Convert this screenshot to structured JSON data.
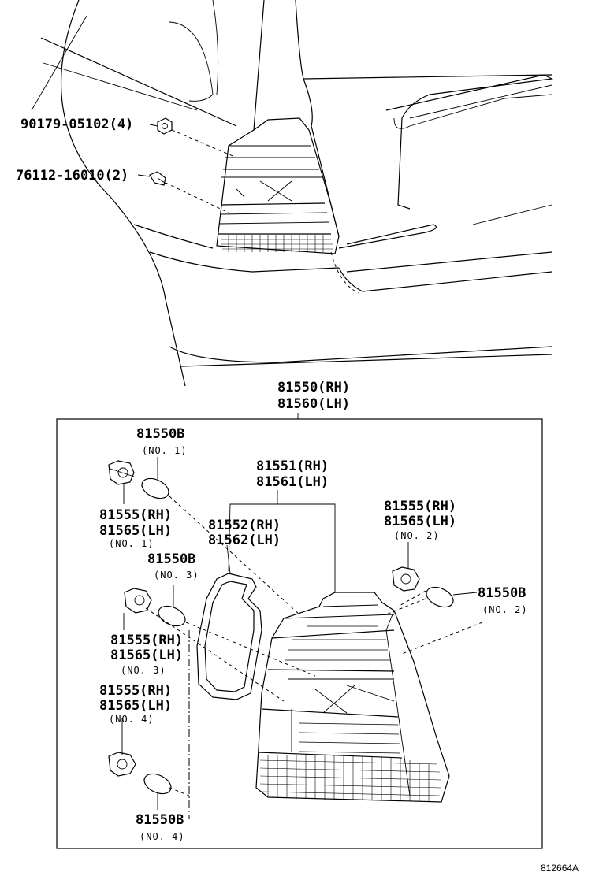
{
  "diagram_code": "812664A",
  "top_labels": {
    "nut": "90179-05102(4)",
    "screw": "76112-16010(2)",
    "assembly_rh": "81550(RH)",
    "assembly_lh": "81560(LH)"
  },
  "detail_labels": {
    "bulb_no1": "81550B",
    "bulb_no1_note": "(NO. 1)",
    "socket_no1_rh": "81555(RH)",
    "socket_no1_lh": "81565(LH)",
    "socket_no1_note": "(NO. 1)",
    "lens_rh": "81551(RH)",
    "lens_lh": "81561(LH)",
    "gasket_rh": "81552(RH)",
    "gasket_lh": "81562(LH)",
    "bulb_no3": "81550B",
    "bulb_no3_note": "(NO. 3)",
    "socket_no3_rh": "81555(RH)",
    "socket_no3_lh": "81565(LH)",
    "socket_no3_note": "(NO. 3)",
    "socket_no4_rh": "81555(RH)",
    "socket_no4_lh": "81565(LH)",
    "socket_no4_note": "(NO. 4)",
    "bulb_no4": "81550B",
    "bulb_no4_note": "(NO. 4)",
    "socket_no2_rh": "81555(RH)",
    "socket_no2_lh": "81565(LH)",
    "socket_no2_note": "(NO. 2)",
    "bulb_no2": "81550B",
    "bulb_no2_note": "(NO. 2)"
  }
}
